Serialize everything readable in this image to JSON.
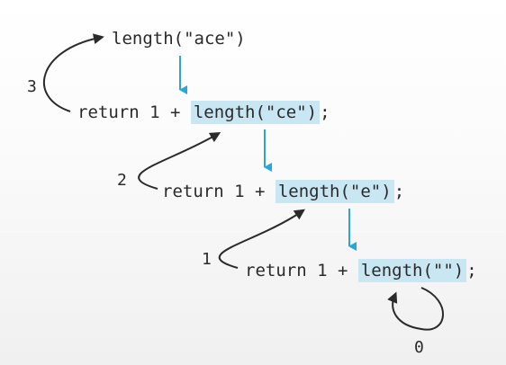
{
  "diagram": {
    "top_call": "length(\"ace\")",
    "steps": [
      {
        "prefix": "return 1 + ",
        "call": "length(\"ce\")",
        "suffix": ";",
        "label": "3"
      },
      {
        "prefix": "return 1 + ",
        "call": "length(\"e\")",
        "suffix": ";",
        "label": "2"
      },
      {
        "prefix": "return 1 + ",
        "call": "length(\"\")",
        "suffix": ";",
        "label": "1"
      }
    ],
    "base_label": "0",
    "colors": {
      "highlight": "#c9e6f3",
      "down_arrow": "#2aa6d6",
      "return_arrow": "#2a2a2a"
    }
  }
}
